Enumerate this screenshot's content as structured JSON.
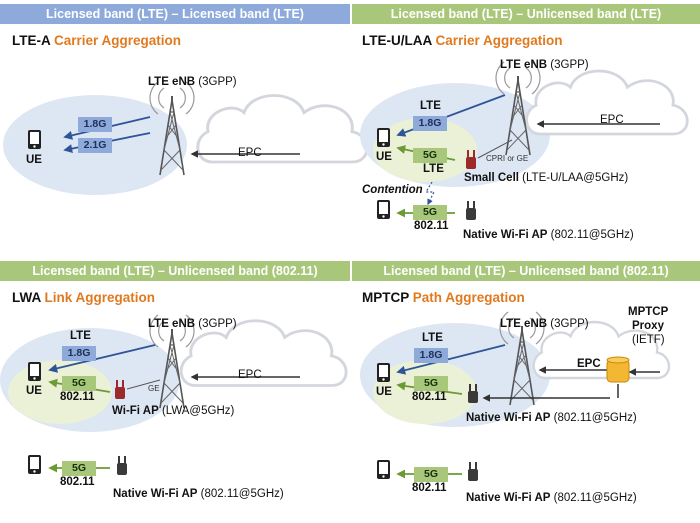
{
  "banners": {
    "q1": "Licensed band (LTE) – Licensed band (LTE)",
    "q2": "Licensed band (LTE) – Unlicensed band (LTE)",
    "q3": "Licensed band (LTE) – Unlicensed band (802.11)",
    "q4": "Licensed band (LTE) – Unlicensed band (802.11)"
  },
  "q1": {
    "title_main": "LTE-A",
    "title_accent": "Carrier Aggregation",
    "enb_name": "LTE eNB",
    "enb_std": "(3GPP)",
    "band_a": "1.8G",
    "band_b": "2.1G",
    "ue": "UE",
    "epc": "EPC"
  },
  "q2": {
    "title_main": "LTE-U/LAA",
    "title_accent": "Carrier Aggregation",
    "enb_name": "LTE eNB",
    "enb_std": "(3GPP)",
    "lte_label": "LTE",
    "band_licensed": "1.8G",
    "band_5g": "5G",
    "lte_label2": "LTE",
    "ue": "UE",
    "epc": "EPC",
    "cpri": "CPRI or GE",
    "small_cell_name": "Small Cell",
    "small_cell_std": "(LTE-U/LAA@5GHz)",
    "contention": "Contention",
    "wifi_band": "5G",
    "wifi_std": "802.11",
    "native_ap_name": "Native Wi-Fi AP",
    "native_ap_std": "(802.11@5GHz)"
  },
  "q3": {
    "title_main": "LWA",
    "title_accent": "Link Aggregation",
    "enb_name": "LTE eNB",
    "enb_std": "(3GPP)",
    "lte_label": "LTE",
    "band_licensed": "1.8G",
    "band_5g": "5G",
    "wifi_std": "802.11",
    "ue": "UE",
    "epc": "EPC",
    "ge": "GE",
    "ap_name": "Wi-Fi AP",
    "ap_std": "(LWA@5GHz)",
    "native_band": "5G",
    "native_std": "802.11",
    "native_ap_name": "Native Wi-Fi AP",
    "native_ap_std": "(802.11@5GHz)"
  },
  "q4": {
    "title_main": "MPTCP",
    "title_accent": "Path Aggregation",
    "enb_name": "LTE eNB",
    "enb_std": "(3GPP)",
    "lte_label": "LTE",
    "band_licensed": "1.8G",
    "band_5g": "5G",
    "wifi_std": "802.11",
    "ue": "UE",
    "epc": "EPC",
    "proxy_line1": "MPTCP",
    "proxy_line2": "Proxy",
    "proxy_std": "(IETF)",
    "ap_name": "Native Wi-Fi AP",
    "ap_std": "(802.11@5GHz)",
    "native_band": "5G",
    "native_std": "802.11",
    "native_ap_name": "Native Wi-Fi AP",
    "native_ap_std": "(802.11@5GHz)"
  },
  "colors": {
    "banner_blue": "#8eaadb",
    "banner_green": "#a9c77a",
    "accent_orange": "#e07a1f",
    "link_blue": "#2e5597",
    "link_green": "#6c9a35",
    "coverage_blue": "#dde6f3",
    "coverage_green": "#ebf1d6"
  }
}
